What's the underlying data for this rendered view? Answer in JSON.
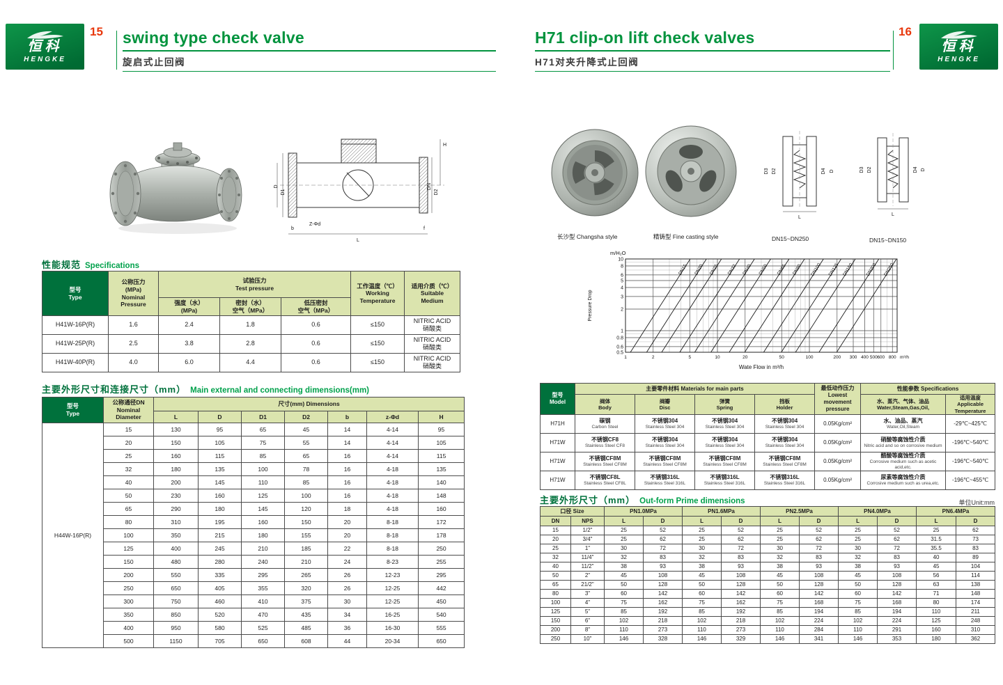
{
  "brand": {
    "logo_zh": "恒科",
    "logo_en": "HENGKE"
  },
  "left_page": {
    "page_number": "15",
    "title_en": "swing type check valve",
    "title_zh": "旋启式止回阀",
    "spec_heading": {
      "zh": "性能规范",
      "en": "Specifications"
    },
    "spec_table": {
      "headers": {
        "type": "型号\nType",
        "nominal": "公称压力\n(MPa)\nNominal\nPressure",
        "test": "试验压力\nTest pressure",
        "strength": "强度（水）\n(MPa)",
        "seal": "密封（水）\n空气（MPa）",
        "low_seal": "低压密封\n空气（MPa）",
        "working": "工作温度（℃）\nWorking\nTemperature",
        "medium": "适用介质（℃）\nSuitable\nMedium"
      },
      "rows": [
        [
          "H41W-16P(R)",
          "1.6",
          "2.4",
          "1.8",
          "0.6",
          "≤150",
          "NITRIC ACID\n硝酸类"
        ],
        [
          "H41W-25P(R)",
          "2.5",
          "3.8",
          "2.8",
          "0.6",
          "≤150",
          "NITRIC ACID\n硝酸类"
        ],
        [
          "H41W-40P(R)",
          "4.0",
          "6.0",
          "4.4",
          "0.6",
          "≤150",
          "NITRIC ACID\n硝酸类"
        ]
      ]
    },
    "dims_heading": {
      "zh": "主要外形尺寸和连接尺寸（mm）",
      "en": "Main external and connecting dimensions(mm)"
    },
    "dims_table": {
      "type_header": "型号\nType",
      "dn_header": "公称通径DN\nNominal\nDiameter",
      "dims_header": "尺寸(mm) Dimensions",
      "cols": [
        "L",
        "D",
        "D1",
        "D2",
        "b",
        "z-Φd",
        "H"
      ],
      "type_value": "H44W-16P(R)",
      "rows": [
        [
          "15",
          "130",
          "95",
          "65",
          "45",
          "14",
          "4-14",
          "95"
        ],
        [
          "20",
          "150",
          "105",
          "75",
          "55",
          "14",
          "4-14",
          "105"
        ],
        [
          "25",
          "160",
          "115",
          "85",
          "65",
          "16",
          "4-14",
          "115"
        ],
        [
          "32",
          "180",
          "135",
          "100",
          "78",
          "16",
          "4-18",
          "135"
        ],
        [
          "40",
          "200",
          "145",
          "110",
          "85",
          "16",
          "4-18",
          "140"
        ],
        [
          "50",
          "230",
          "160",
          "125",
          "100",
          "16",
          "4-18",
          "148"
        ],
        [
          "65",
          "290",
          "180",
          "145",
          "120",
          "18",
          "4-18",
          "160"
        ],
        [
          "80",
          "310",
          "195",
          "160",
          "150",
          "20",
          "8-18",
          "172"
        ],
        [
          "100",
          "350",
          "215",
          "180",
          "155",
          "20",
          "8-18",
          "178"
        ],
        [
          "125",
          "400",
          "245",
          "210",
          "185",
          "22",
          "8-18",
          "250"
        ],
        [
          "150",
          "480",
          "280",
          "240",
          "210",
          "24",
          "8-23",
          "255"
        ],
        [
          "200",
          "550",
          "335",
          "295",
          "265",
          "26",
          "12-23",
          "295"
        ],
        [
          "250",
          "650",
          "405",
          "355",
          "320",
          "26",
          "12-25",
          "442"
        ],
        [
          "300",
          "750",
          "460",
          "410",
          "375",
          "30",
          "12-25",
          "450"
        ],
        [
          "350",
          "850",
          "520",
          "470",
          "435",
          "34",
          "16-25",
          "540"
        ],
        [
          "400",
          "950",
          "580",
          "525",
          "485",
          "36",
          "16-30",
          "555"
        ],
        [
          "500",
          "1150",
          "705",
          "650",
          "608",
          "44",
          "20-34",
          "650"
        ]
      ]
    },
    "drawing_labels": [
      "H",
      "D",
      "D1",
      "DN",
      "D2",
      "Z-Φd",
      "L",
      "b",
      "f"
    ]
  },
  "right_page": {
    "page_number": "16",
    "title_en": "H71 clip-on lift check valves",
    "title_zh": "H71对夹升降式止回阀",
    "captions": {
      "photo1": "长沙型 Changsha style",
      "photo2": "精铸型 Fine casting style",
      "drawing1": "DN15~DN250",
      "drawing2": "DN15~DN150"
    },
    "drawing_labels": [
      "D3",
      "D2",
      "D4",
      "D",
      "L"
    ],
    "materials_table": {
      "headers": {
        "model": "型号\nModel",
        "parts": "主要零件材料 Materials for main parts",
        "body": "阀体\nBody",
        "disc": "阀瓣\nDisc",
        "spring": "弹簧\nSpring",
        "holder": "挡板\nHolder",
        "pressure": "最低动作压力\nLowest movement\npressure",
        "specs": "性能参数 Specifications",
        "medium": "水、蒸汽、气体、油品\nWater,Steam,Gas,Oil,",
        "temp": "适用温度\nApplicable\nTemperature"
      },
      "rows": [
        {
          "model": "H71H",
          "body": {
            "zh": "碳钢",
            "en": "Carbon Steel"
          },
          "disc": {
            "zh": "不锈钢304",
            "en": "Stainless Steel 304"
          },
          "spring": {
            "zh": "不锈钢304",
            "en": "Stainless Steel 304"
          },
          "holder": {
            "zh": "不锈钢304",
            "en": "Stainless Steel 304"
          },
          "pressure": "0.05Kg/cm²",
          "medium": {
            "zh": "水、油品、蒸汽",
            "en": "Water,Oil,Steam"
          },
          "temp": "-29℃~425℃"
        },
        {
          "model": "H71W",
          "body": {
            "zh": "不锈钢CF8",
            "en": "Stainless Steel CF8"
          },
          "disc": {
            "zh": "不锈钢304",
            "en": "Stainless Steel 304"
          },
          "spring": {
            "zh": "不锈钢304",
            "en": "Stainless Steel 304"
          },
          "holder": {
            "zh": "不锈钢304",
            "en": "Stainless Steel 304"
          },
          "pressure": "0.05Kg/cm²",
          "medium": {
            "zh": "硝酸等腐蚀性介质",
            "en": "Nitric acid and so on corrosive medium"
          },
          "temp": "-196℃~540℃"
        },
        {
          "model": "H71W",
          "body": {
            "zh": "不锈钢CF8M",
            "en": "Stainless Steel CF8M"
          },
          "disc": {
            "zh": "不锈钢CF8M",
            "en": "Stainless Steel CF8M"
          },
          "spring": {
            "zh": "不锈钢CF8M",
            "en": "Stainless Steel CF8M"
          },
          "holder": {
            "zh": "不锈钢CF8M",
            "en": "Stainless Steel CF8M"
          },
          "pressure": "0.05Kg/cm²",
          "medium": {
            "zh": "醋酸等腐蚀性介质",
            "en": "Corrosive medium such as acetic acid,etc."
          },
          "temp": "-196℃~540℃"
        },
        {
          "model": "H71W",
          "body": {
            "zh": "不锈钢CF8L",
            "en": "Stainless Steel CF8L"
          },
          "disc": {
            "zh": "不锈钢316L",
            "en": "Stainless Steel 316L"
          },
          "spring": {
            "zh": "不锈钢316L",
            "en": "Stainless Steel 316L"
          },
          "holder": {
            "zh": "不锈钢316L",
            "en": "Stainless Steel 316L"
          },
          "pressure": "0.05Kg/cm²",
          "medium": {
            "zh": "尿素等腐蚀性介质",
            "en": "Corrosive medium such as urea,etc."
          },
          "temp": "-196℃~455℃"
        }
      ]
    },
    "dims_heading": {
      "zh": "主要外形尺寸（mm）",
      "en": "Out-form Prime dimensions",
      "unit": "单位Unit:mm"
    },
    "dims_table": {
      "size_header": "口径 Size",
      "pn_headers": [
        "PN1.0MPa",
        "PN1.6MPa",
        "PN2.5MPa",
        "PN4.0MPa",
        "PN6.4MPa"
      ],
      "sub_dn": "DN",
      "sub_nps": "NPS",
      "sub_l": "L",
      "sub_d": "D",
      "rows": [
        [
          "15",
          "1/2\"",
          "25",
          "52",
          "25",
          "52",
          "25",
          "52",
          "25",
          "52",
          "25",
          "62"
        ],
        [
          "20",
          "3/4\"",
          "25",
          "62",
          "25",
          "62",
          "25",
          "62",
          "25",
          "62",
          "31.5",
          "73"
        ],
        [
          "25",
          "1\"",
          "30",
          "72",
          "30",
          "72",
          "30",
          "72",
          "30",
          "72",
          "35.5",
          "83"
        ],
        [
          "32",
          "11/4\"",
          "32",
          "83",
          "32",
          "83",
          "32",
          "83",
          "32",
          "83",
          "40",
          "89"
        ],
        [
          "40",
          "11/2\"",
          "38",
          "93",
          "38",
          "93",
          "38",
          "93",
          "38",
          "93",
          "45",
          "104"
        ],
        [
          "50",
          "2\"",
          "45",
          "108",
          "45",
          "108",
          "45",
          "108",
          "45",
          "108",
          "56",
          "114"
        ],
        [
          "65",
          "21/2\"",
          "50",
          "128",
          "50",
          "128",
          "50",
          "128",
          "50",
          "128",
          "63",
          "138"
        ],
        [
          "80",
          "3\"",
          "60",
          "142",
          "60",
          "142",
          "60",
          "142",
          "60",
          "142",
          "71",
          "148"
        ],
        [
          "100",
          "4\"",
          "75",
          "162",
          "75",
          "162",
          "75",
          "168",
          "75",
          "168",
          "80",
          "174"
        ],
        [
          "125",
          "5\"",
          "85",
          "192",
          "85",
          "192",
          "85",
          "194",
          "85",
          "194",
          "110",
          "211"
        ],
        [
          "150",
          "6\"",
          "102",
          "218",
          "102",
          "218",
          "102",
          "224",
          "102",
          "224",
          "125",
          "248"
        ],
        [
          "200",
          "8\"",
          "110",
          "273",
          "110",
          "273",
          "110",
          "284",
          "110",
          "291",
          "160",
          "310"
        ],
        [
          "250",
          "10\"",
          "146",
          "328",
          "146",
          "329",
          "146",
          "341",
          "146",
          "353",
          "180",
          "362"
        ]
      ]
    }
  },
  "chart_data": {
    "type": "line",
    "title": "",
    "xlabel": "Wate Flow in m³/h",
    "ylabel": "Pressure Drop",
    "y_unit_label": "m/H₂O",
    "x_unit_label": "m³/h",
    "x_scale": "log",
    "y_scale": "log",
    "xlim": [
      1,
      900
    ],
    "ylim": [
      0.5,
      10
    ],
    "x_ticks": [
      1,
      2,
      5,
      10,
      20,
      50,
      100,
      200,
      300,
      400,
      500,
      600,
      800
    ],
    "y_ticks": [
      10,
      8,
      6,
      5,
      4,
      3,
      2,
      1,
      0.8,
      0.6,
      0.5
    ],
    "loglog_slope": 2,
    "series": [
      {
        "name": "DN15",
        "flow_at_1m_drop": 1.6
      },
      {
        "name": "DN20",
        "flow_at_1m_drop": 2.4
      },
      {
        "name": "DN25",
        "flow_at_1m_drop": 3.5
      },
      {
        "name": "DN32",
        "flow_at_1m_drop": 5.5
      },
      {
        "name": "DN40",
        "flow_at_1m_drop": 8
      },
      {
        "name": "DN50",
        "flow_at_1m_drop": 12
      },
      {
        "name": "DN65",
        "flow_at_1m_drop": 19
      },
      {
        "name": "DN80",
        "flow_at_1m_drop": 28
      },
      {
        "name": "DN100",
        "flow_at_1m_drop": 45
      },
      {
        "name": "DN125",
        "flow_at_1m_drop": 70
      },
      {
        "name": "DN150",
        "flow_at_1m_drop": 100
      },
      {
        "name": "DN200",
        "flow_at_1m_drop": 180
      },
      {
        "name": "DN250",
        "flow_at_1m_drop": 280
      }
    ]
  }
}
